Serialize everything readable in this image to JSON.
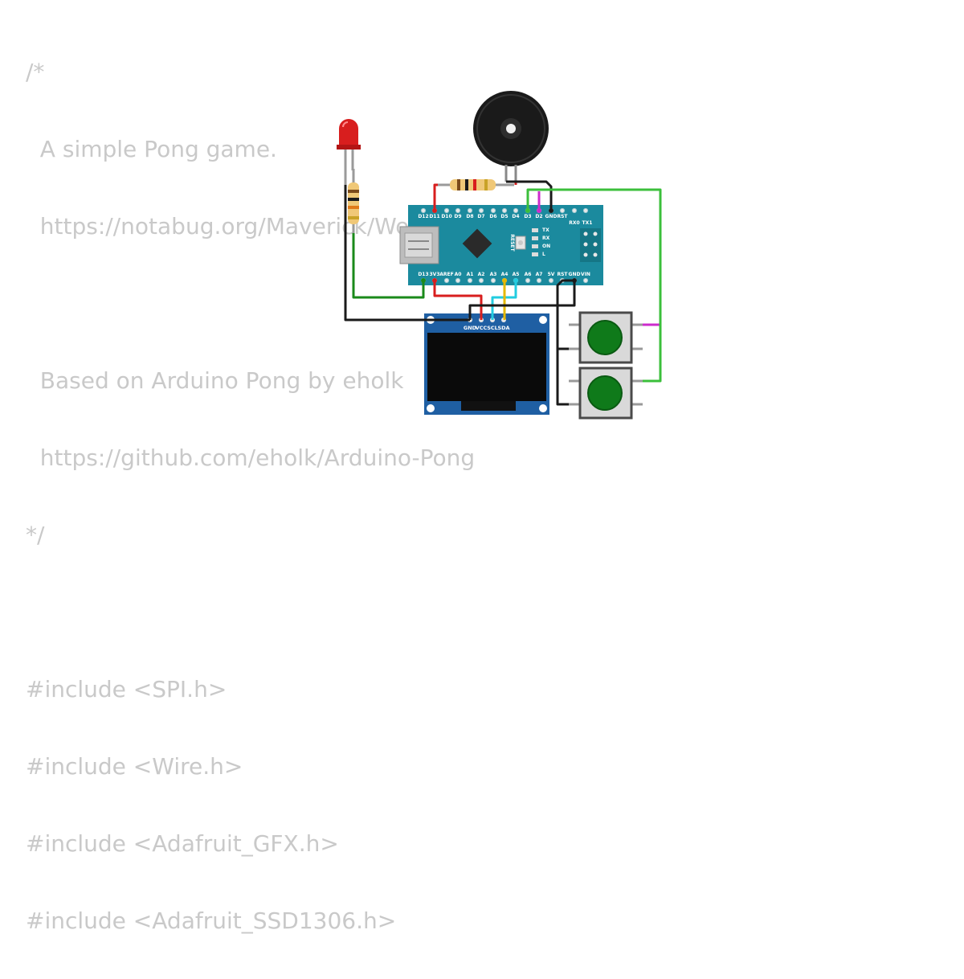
{
  "code": {
    "lines": [
      "/*",
      "  A simple Pong game.",
      "  https://notabug.org/Maverick/WokwiPong",
      "",
      "  Based on Arduino Pong by eholk",
      "  https://github.com/eholk/Arduino-Pong",
      "*/",
      "",
      "#include <SPI.h>",
      "#include <Wire.h>",
      "#include <Adafruit_GFX.h>",
      "#include <Adafruit_SSD1306.h>"
    ]
  },
  "arduino": {
    "top_pins": [
      "D12",
      "D11",
      "D10",
      "D9",
      "D8",
      "D7",
      "D6",
      "D5",
      "D4",
      "D3",
      "D2",
      "GND",
      "RST",
      "RX0",
      "TX1"
    ],
    "bottom_pins": [
      "D13",
      "3V3",
      "AREF",
      "A0",
      "A1",
      "A2",
      "A3",
      "A4",
      "A5",
      "A6",
      "A7",
      "5V",
      "RST",
      "GND",
      "VIN"
    ],
    "reset_label": "RESET",
    "led_labels": [
      "TX",
      "RX",
      "ON",
      "L"
    ]
  },
  "oled": {
    "pins": [
      "GND",
      "VCC",
      "SCL",
      "SDA"
    ]
  },
  "colors": {
    "board": "#1b8a9e",
    "oled": "#1f5fa3",
    "button": "#0f7a1a",
    "led": "#d81e1e"
  },
  "icons": [
    "buzzer-icon",
    "led-icon",
    "resistor-icon",
    "usb-port-icon",
    "chip-icon",
    "button-icon",
    "oled-display-icon"
  ]
}
